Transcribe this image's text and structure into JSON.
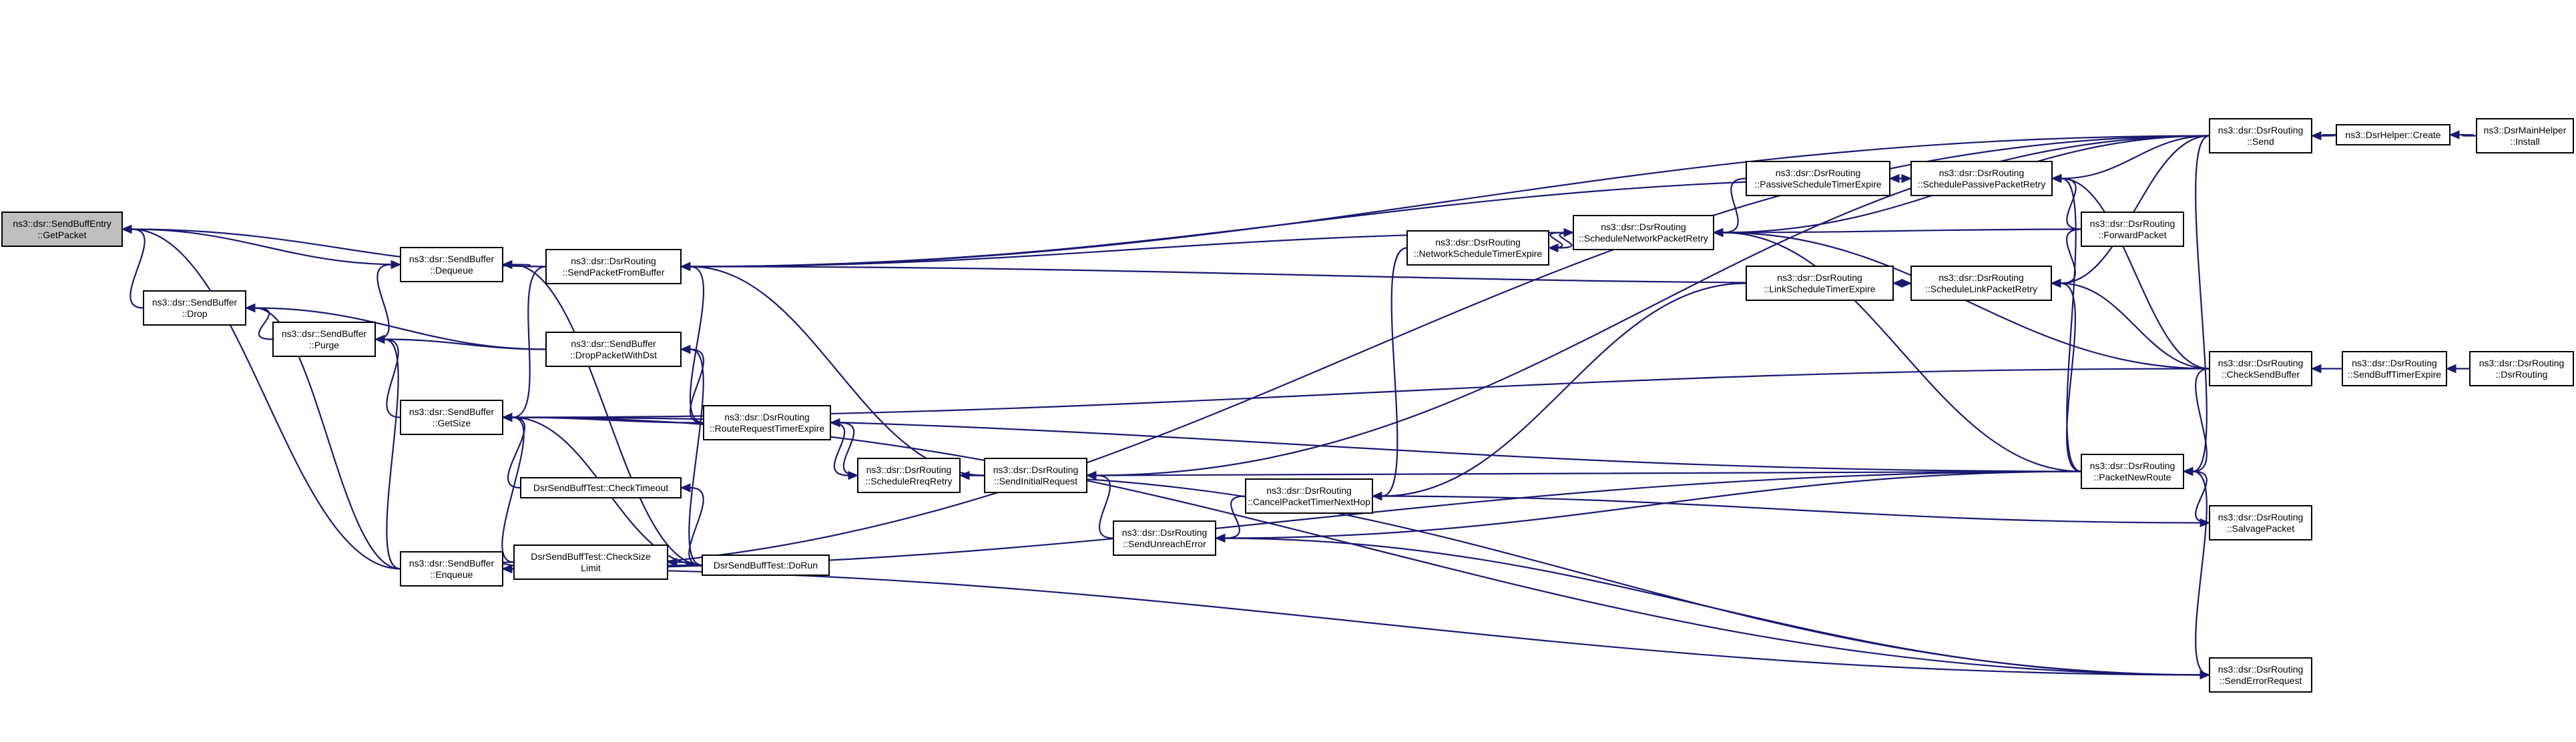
{
  "colors": {
    "edge": "#191970",
    "root_fill": "#bfbfbf",
    "node_fill": "#ffffff",
    "border": "#000000"
  },
  "nodes": [
    {
      "id": "getpacket",
      "lines": [
        "ns3::dsr::SendBuffEntry",
        "::GetPacket"
      ],
      "root": true
    },
    {
      "id": "drop",
      "lines": [
        "ns3::dsr::SendBuffer",
        "::Drop"
      ]
    },
    {
      "id": "dequeue",
      "lines": [
        "ns3::dsr::SendBuffer",
        "::Dequeue"
      ]
    },
    {
      "id": "purge",
      "lines": [
        "ns3::dsr::SendBuffer",
        "::Purge"
      ]
    },
    {
      "id": "getsize",
      "lines": [
        "ns3::dsr::SendBuffer",
        "::GetSize"
      ]
    },
    {
      "id": "enqueue",
      "lines": [
        "ns3::dsr::SendBuffer",
        "::Enqueue"
      ]
    },
    {
      "id": "sendpacketfrombuffer",
      "lines": [
        "ns3::dsr::DsrRouting",
        "::SendPacketFromBuffer"
      ]
    },
    {
      "id": "droppacketwithdst",
      "lines": [
        "ns3::dsr::SendBuffer",
        "::DropPacketWithDst"
      ]
    },
    {
      "id": "checktimeout",
      "lines": [
        "DsrSendBuffTest::CheckTimeout"
      ]
    },
    {
      "id": "checksizelimit",
      "lines": [
        "DsrSendBuffTest::CheckSize",
        "Limit"
      ]
    },
    {
      "id": "dorun",
      "lines": [
        "DsrSendBuffTest::DoRun"
      ]
    },
    {
      "id": "routerequesttimerexpire",
      "lines": [
        "ns3::dsr::DsrRouting",
        "::RouteRequestTimerExpire"
      ]
    },
    {
      "id": "schedulerreqretry",
      "lines": [
        "ns3::dsr::DsrRouting",
        "::ScheduleRreqRetry"
      ]
    },
    {
      "id": "sendinitialrequest",
      "lines": [
        "ns3::dsr::DsrRouting",
        "::SendInitialRequest"
      ]
    },
    {
      "id": "sendunreacherror",
      "lines": [
        "ns3::dsr::DsrRouting",
        "::SendUnreachError"
      ]
    },
    {
      "id": "cancelpackettimernexthop",
      "lines": [
        "ns3::dsr::DsrRouting",
        "::CancelPacketTimerNextHop"
      ]
    },
    {
      "id": "networkscheduletimerexpire",
      "lines": [
        "ns3::dsr::DsrRouting",
        "::NetworkScheduleTimerExpire"
      ]
    },
    {
      "id": "schedulenetworkpacketretry",
      "lines": [
        "ns3::dsr::DsrRouting",
        "::ScheduleNetworkPacketRetry"
      ]
    },
    {
      "id": "passivescheduletimerexpire",
      "lines": [
        "ns3::dsr::DsrRouting",
        "::PassiveScheduleTimerExpire"
      ]
    },
    {
      "id": "schedulepassivepacketretry",
      "lines": [
        "ns3::dsr::DsrRouting",
        "::SchedulePassivePacketRetry"
      ]
    },
    {
      "id": "linkscheduletimerexpire",
      "lines": [
        "ns3::dsr::DsrRouting",
        "::LinkScheduleTimerExpire"
      ]
    },
    {
      "id": "schedulelinkpacketretry",
      "lines": [
        "ns3::dsr::DsrRouting",
        "::ScheduleLinkPacketRetry"
      ]
    },
    {
      "id": "forwardpacket",
      "lines": [
        "ns3::dsr::DsrRouting",
        "::ForwardPacket"
      ]
    },
    {
      "id": "send",
      "lines": [
        "ns3::dsr::DsrRouting",
        "::Send"
      ]
    },
    {
      "id": "checksendbuffer",
      "lines": [
        "ns3::dsr::DsrRouting",
        "::CheckSendBuffer"
      ]
    },
    {
      "id": "packetnewroute",
      "lines": [
        "ns3::dsr::DsrRouting",
        "::PacketNewRoute"
      ]
    },
    {
      "id": "salvagepacket",
      "lines": [
        "ns3::dsr::DsrRouting",
        "::SalvagePacket"
      ]
    },
    {
      "id": "senderrorrequest",
      "lines": [
        "ns3::dsr::DsrRouting",
        "::SendErrorRequest"
      ]
    },
    {
      "id": "helpercreate",
      "lines": [
        "ns3::DsrHelper::Create"
      ]
    },
    {
      "id": "mainhelperinstall",
      "lines": [
        "ns3::DsrMainHelper",
        "::Install"
      ]
    },
    {
      "id": "sendbufftimerexpire",
      "lines": [
        "ns3::dsr::DsrRouting",
        "::SendBuffTimerExpire"
      ]
    },
    {
      "id": "dsrrouting",
      "lines": [
        "ns3::dsr::DsrRouting",
        "::DsrRouting"
      ]
    }
  ]
}
